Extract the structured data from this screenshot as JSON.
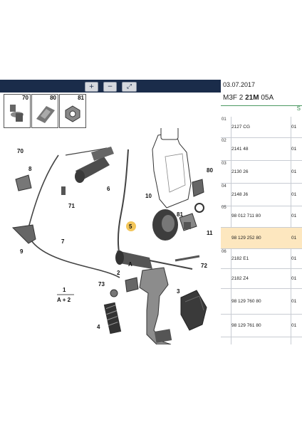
{
  "toolbar": {
    "buttons": [
      {
        "name": "zoom-in-icon",
        "glyph": "+"
      },
      {
        "name": "zoom-out-icon",
        "glyph": "−"
      },
      {
        "name": "zoom-fit-icon",
        "glyph": "⤢"
      }
    ],
    "bg": "#1a2c4a"
  },
  "thumbnails": [
    {
      "num": "70",
      "icon": "bolt-washer-icon"
    },
    {
      "num": "80",
      "icon": "bracket-clip-icon"
    },
    {
      "num": "81",
      "icon": "nut-icon"
    }
  ],
  "callouts": [
    "70",
    "8",
    "7",
    "9",
    "71",
    "6",
    "10",
    "81",
    "80",
    "11",
    "5",
    "2",
    "A",
    "72",
    "73",
    "1",
    "A + 2",
    "4",
    "3"
  ],
  "header": {
    "date": "03.07.2017",
    "code_prefix": "M3F 2 ",
    "code_bold": "21M",
    "code_suffix": " 05A",
    "green_mark": "S"
  },
  "parts": [
    {
      "group": "01",
      "ref": "2127 CG",
      "qty": "01",
      "highlight": false
    },
    {
      "group": "02",
      "ref": "2141 48",
      "qty": "01",
      "highlight": false
    },
    {
      "group": "03",
      "ref": "2130 26",
      "qty": "01",
      "highlight": false
    },
    {
      "group": "04",
      "ref": "2148 J6",
      "qty": "01",
      "highlight": false
    },
    {
      "group": "05",
      "ref": "98 012 711 80",
      "qty": "01",
      "highlight": false
    },
    {
      "group": "",
      "ref": "98 129 252 80",
      "qty": "01",
      "highlight": true
    },
    {
      "group": "06",
      "ref": "2182 E1",
      "qty": "01",
      "highlight": false
    },
    {
      "group": "",
      "ref": "2182 Z4",
      "qty": "01",
      "highlight": false
    },
    {
      "group": "",
      "ref": "98 129 760 80",
      "qty": "01",
      "highlight": false
    },
    {
      "group": "",
      "ref": "98 129 761 80",
      "qty": "01",
      "highlight": false
    }
  ],
  "colors": {
    "highlight": "#fde7bf",
    "green": "#3a8a50",
    "part_fill": "#5a5a5a"
  }
}
